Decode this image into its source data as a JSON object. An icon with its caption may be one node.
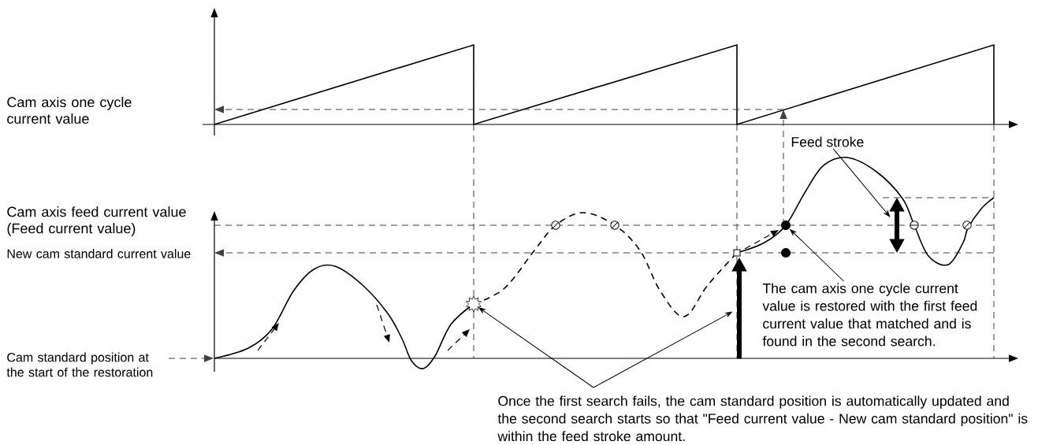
{
  "diagram": {
    "nodes": [
      {
        "text": [
          "Feed stroke"
        ]
      },
      {
        "text": [],
        "shape": "arrow"
      },
      {
        "text": [],
        "shape": "circle"
      },
      {
        "text": [
          "The cam axis one cycle current value is restored with the first feed current value that matched and is found in the second search."
        ]
      },
      {
        "text": [],
        "shape": "star"
      },
      {
        "text": [],
        "shape": "arrow"
      },
      {
        "text": [
          "Once the first search fails, the cam standard position is automatically updated and the second search starts so that \"Feed current value - New cam standard position\" is within the feed stroke amount."
        ]
      }
    ],
    "edges": [
      {
        "from": 0,
        "to": 1,
        "arrow": "to"
      },
      {
        "from": 3,
        "to": 2,
        "arrow": "to"
      },
      {
        "from": 6,
        "to": 4,
        "arrow": "to"
      },
      {
        "from": 6,
        "to": 5,
        "arrow": "to"
      }
    ],
    "labels": [
      "Cam axis one cycle current value",
      "Cam axis feed current value (Feed current value)",
      "New cam standard current value",
      "Cam standard position at the start of the restoration"
    ]
  }
}
